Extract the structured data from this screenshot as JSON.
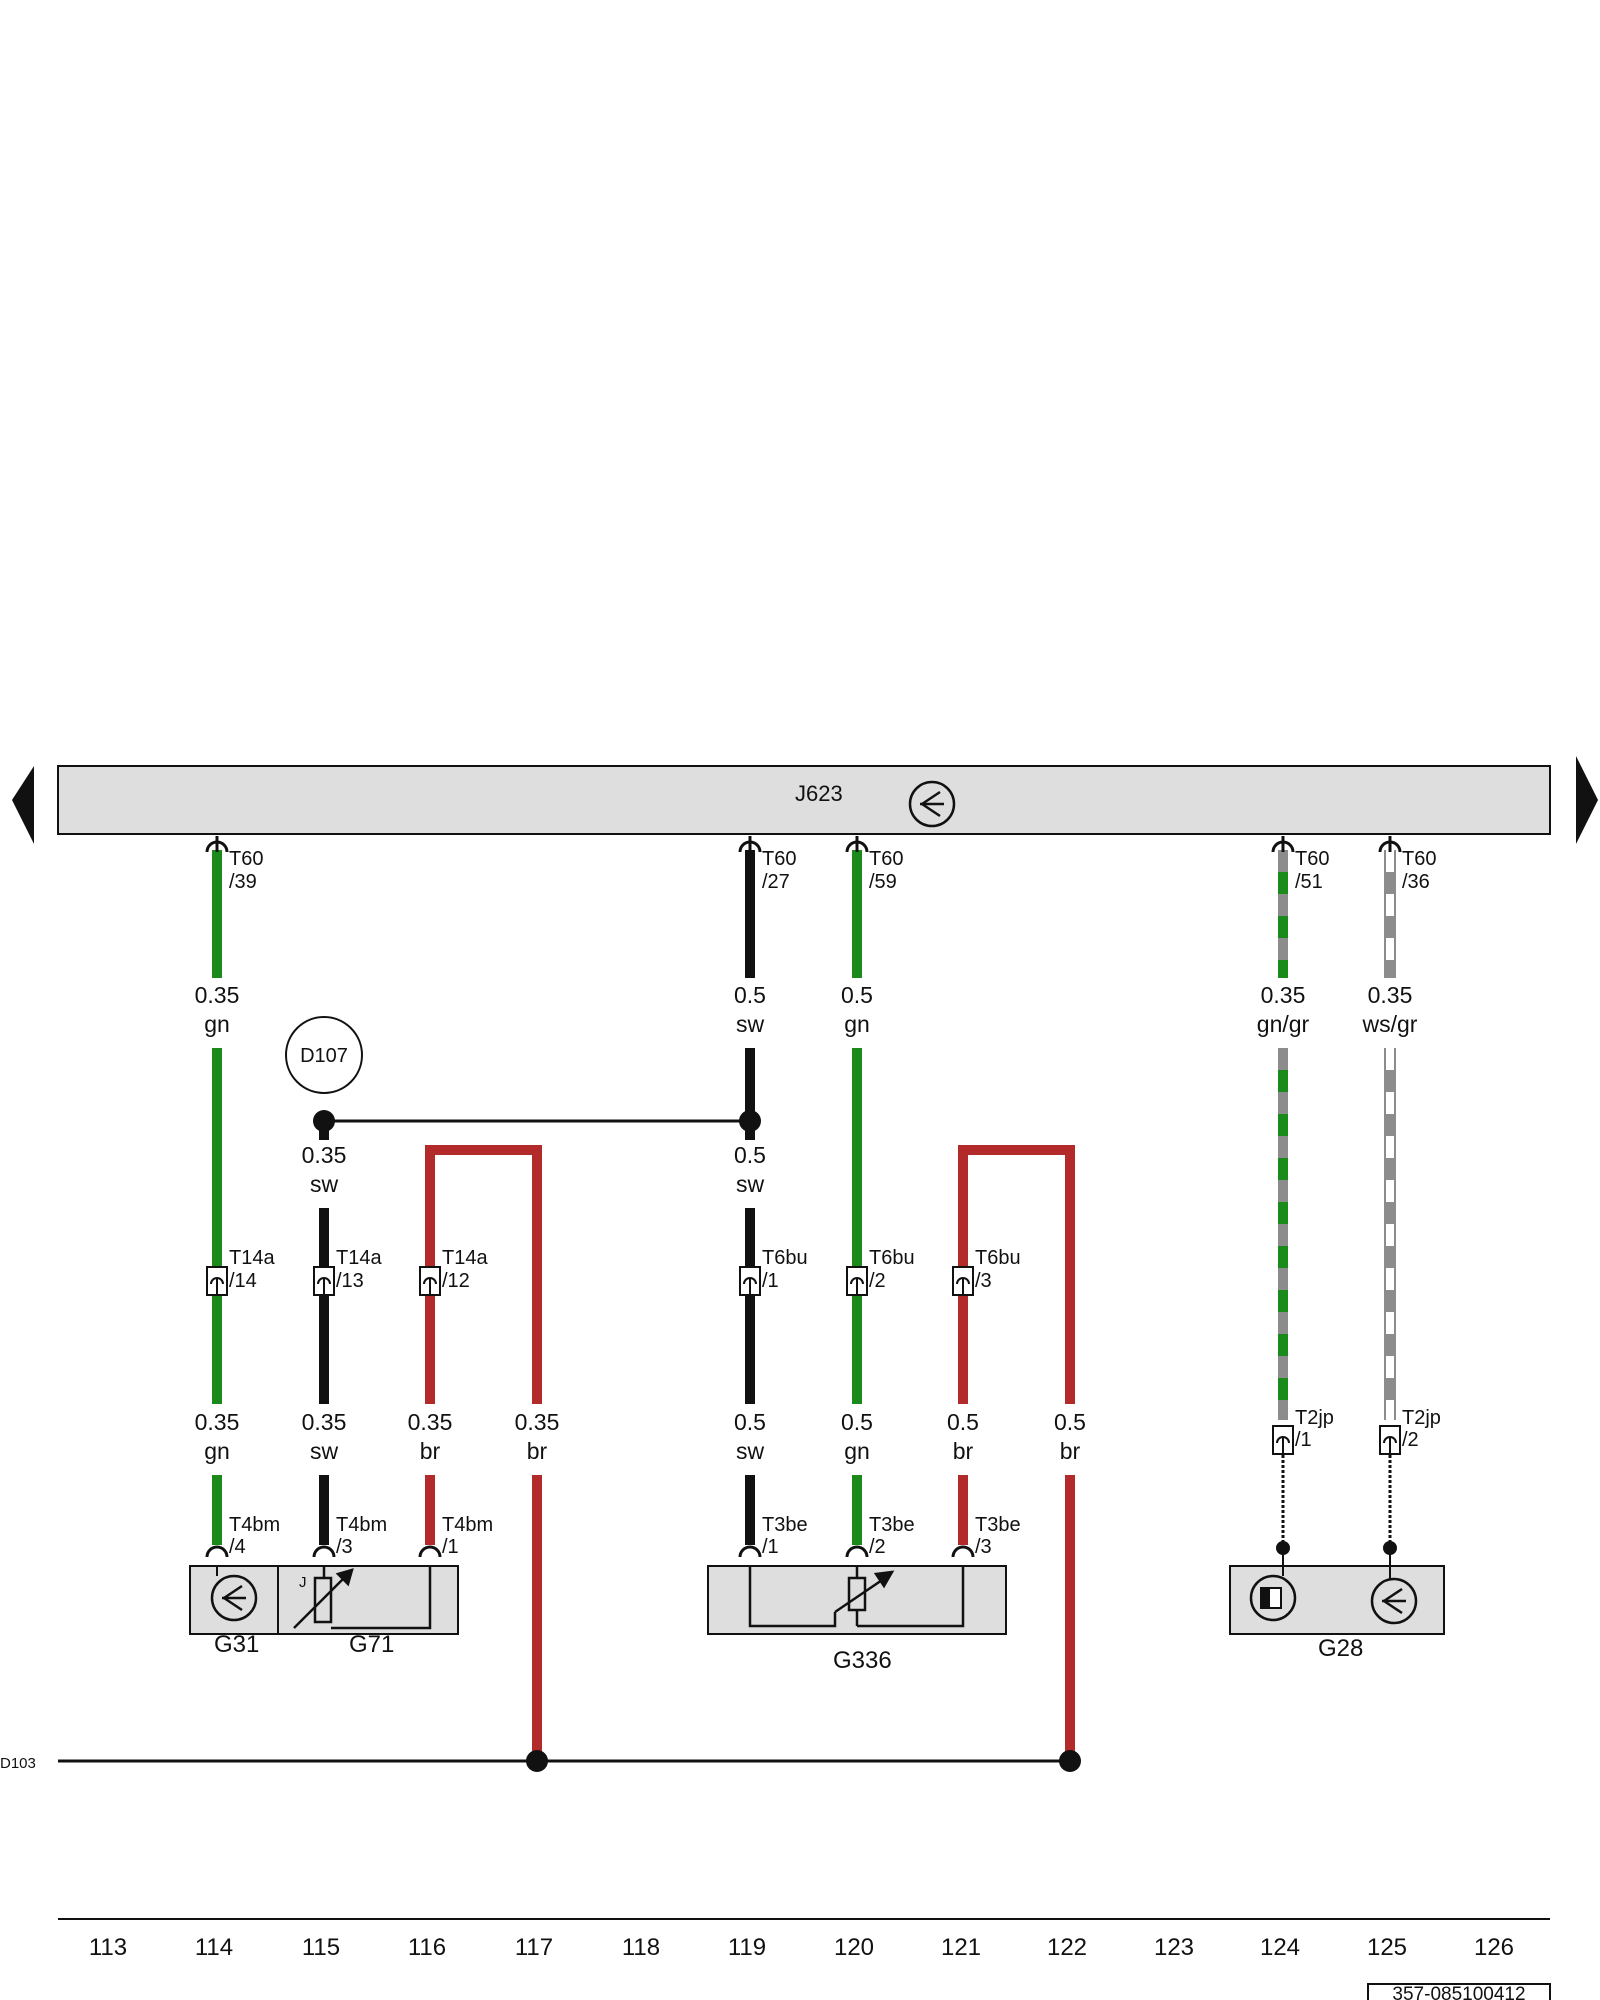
{
  "ecu": {
    "label": "J623"
  },
  "ground_circle": {
    "label": "D107"
  },
  "bus_left": {
    "label": "D103"
  },
  "doc_id": "357-085100412",
  "column_numbers": [
    "113",
    "114",
    "115",
    "116",
    "117",
    "118",
    "119",
    "120",
    "121",
    "122",
    "123",
    "124",
    "125",
    "126"
  ],
  "colors": {
    "gn": "#1a8a1a",
    "sw": "#111111",
    "br": "#b22a2a",
    "gr": "#8c8c8c",
    "ws": "#ffffff",
    "component_fill": "#dedede",
    "header_fill": "#dedede"
  },
  "ecu_pins": [
    {
      "connector": "T60",
      "pin": "/39"
    },
    {
      "connector": "T60",
      "pin": "/27"
    },
    {
      "connector": "T60",
      "pin": "/59"
    },
    {
      "connector": "T60",
      "pin": "/51"
    },
    {
      "connector": "T60",
      "pin": "/36"
    }
  ],
  "wire_labels_top": [
    {
      "size": "0.35",
      "color": "gn"
    },
    {
      "size": "0.5",
      "color": "sw"
    },
    {
      "size": "0.5",
      "color": "gn"
    },
    {
      "size": "0.35",
      "color": "gn/gr"
    },
    {
      "size": "0.35",
      "color": "ws/gr"
    }
  ],
  "wire_labels_mid": [
    {
      "size": "0.35",
      "color": "sw"
    },
    {
      "size": "0.5",
      "color": "sw"
    }
  ],
  "mid_connectors": [
    {
      "connector": "T14a",
      "pin": "/14"
    },
    {
      "connector": "T14a",
      "pin": "/13"
    },
    {
      "connector": "T14a",
      "pin": "/12"
    },
    {
      "connector": "T6bu",
      "pin": "/1"
    },
    {
      "connector": "T6bu",
      "pin": "/2"
    },
    {
      "connector": "T6bu",
      "pin": "/3"
    },
    {
      "connector": "T2jp",
      "pin": "/1"
    },
    {
      "connector": "T2jp",
      "pin": "/2"
    }
  ],
  "wire_labels_low": [
    {
      "size": "0.35",
      "color": "gn"
    },
    {
      "size": "0.35",
      "color": "sw"
    },
    {
      "size": "0.35",
      "color": "br"
    },
    {
      "size": "0.35",
      "color": "br"
    },
    {
      "size": "0.5",
      "color": "sw"
    },
    {
      "size": "0.5",
      "color": "gn"
    },
    {
      "size": "0.5",
      "color": "br"
    },
    {
      "size": "0.5",
      "color": "br"
    }
  ],
  "component_pins": [
    {
      "connector": "T4bm",
      "pin": "/4"
    },
    {
      "connector": "T4bm",
      "pin": "/3"
    },
    {
      "connector": "T4bm",
      "pin": "/1"
    },
    {
      "connector": "T3be",
      "pin": "/1"
    },
    {
      "connector": "T3be",
      "pin": "/2"
    },
    {
      "connector": "T3be",
      "pin": "/3"
    }
  ],
  "components": [
    {
      "label": "G31"
    },
    {
      "label": "G71"
    },
    {
      "label": "G336"
    },
    {
      "label": "G28"
    }
  ],
  "g71_marker": "J"
}
